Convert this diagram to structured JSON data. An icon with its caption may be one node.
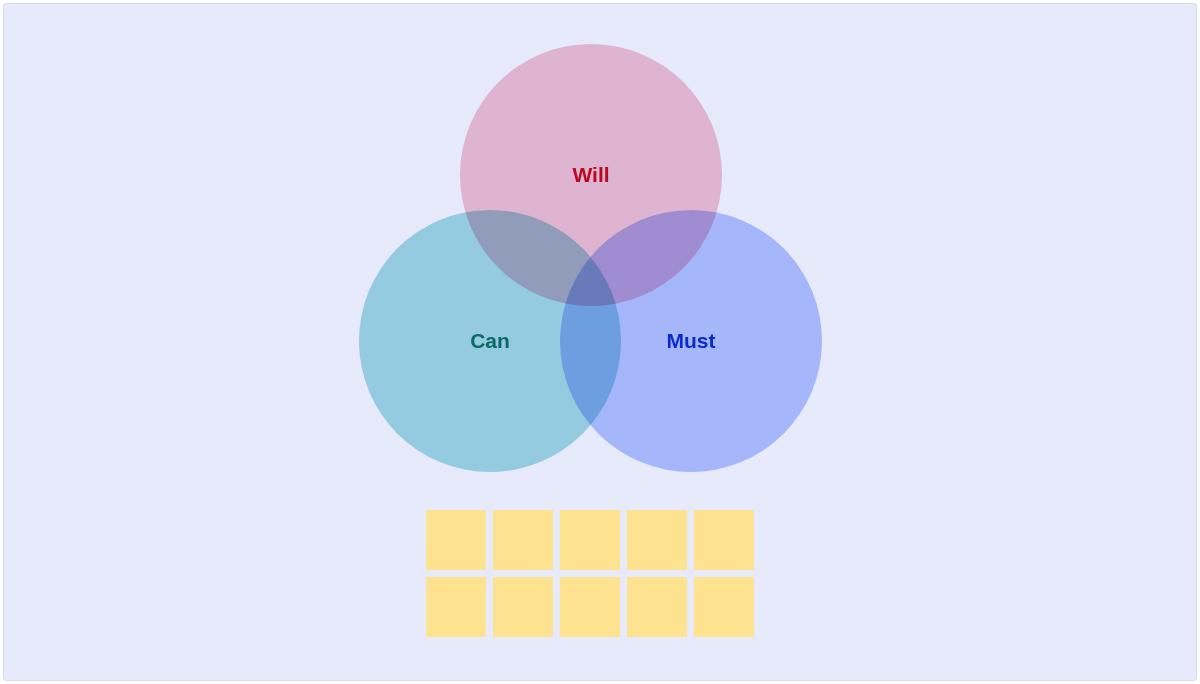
{
  "diagram": {
    "nodes": [
      {
        "text": [
          "Will"
        ]
      },
      {
        "text": [
          "Can"
        ]
      },
      {
        "text": [
          "Must"
        ]
      },
      {
        "text": [],
        "shape": "box"
      },
      {
        "text": [],
        "shape": "box"
      },
      {
        "text": [],
        "shape": "box"
      },
      {
        "text": [],
        "shape": "box"
      },
      {
        "text": [],
        "shape": "box"
      },
      {
        "text": [],
        "shape": "box"
      },
      {
        "text": [],
        "shape": "box"
      },
      {
        "text": [],
        "shape": "box"
      },
      {
        "text": [],
        "shape": "box"
      },
      {
        "text": [],
        "shape": "box"
      }
    ],
    "edges": []
  }
}
